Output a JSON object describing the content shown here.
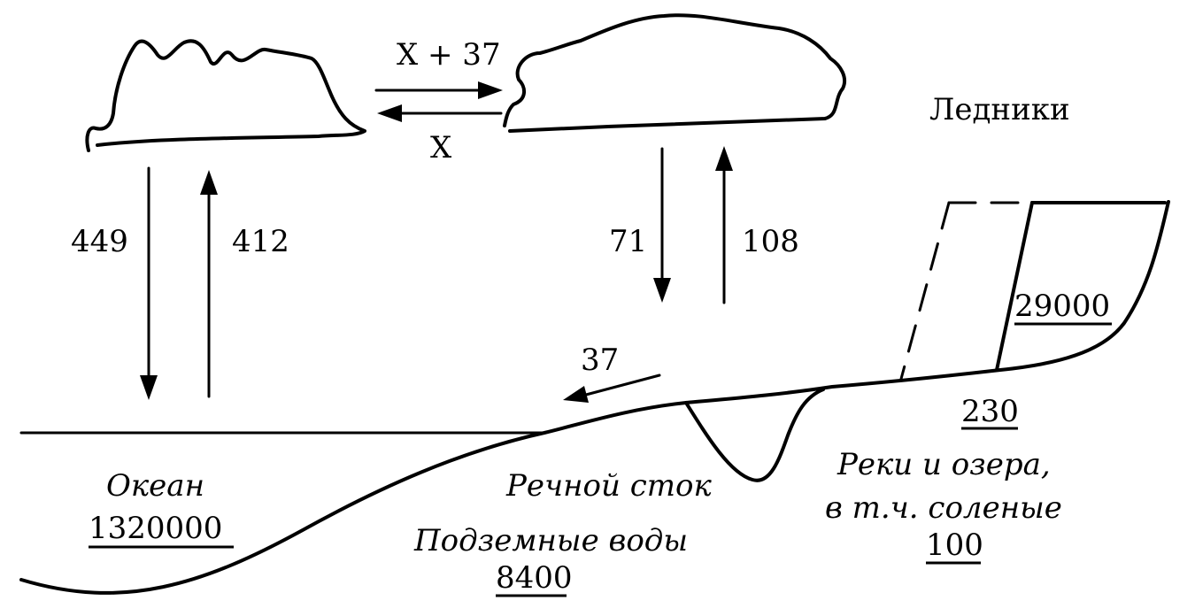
{
  "arrows": {
    "transfer_to_land": "X + 37",
    "transfer_to_ocean": "X",
    "ocean_evaporation": "449",
    "ocean_precipitation": "412",
    "land_precipitation": "71",
    "land_evaporation": "108",
    "runoff": "37"
  },
  "reservoirs": {
    "glaciers": {
      "label": "Ледники",
      "value": "29000"
    },
    "lakes_rivers": {
      "top_value": "230",
      "label_line1": "Реки и озера,",
      "label_line2": "в т.ч. соленые",
      "value": "100"
    },
    "ocean": {
      "label": "Океан",
      "value": "1320000"
    },
    "river_flow": {
      "label": "Речной сток"
    },
    "groundwater": {
      "label": "Подземные воды",
      "value": "8400"
    }
  }
}
